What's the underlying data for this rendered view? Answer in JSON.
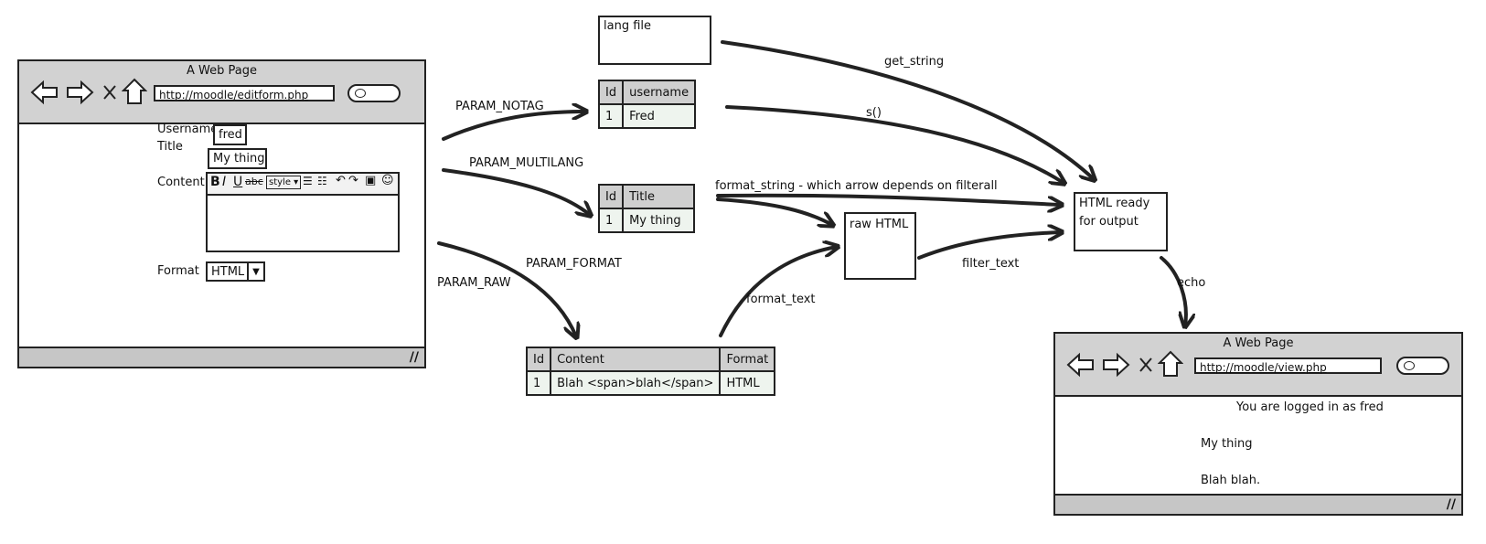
{
  "editform": {
    "title": "A Web Page",
    "url": "http://moodle/editform.php",
    "username_label": "Username",
    "username_value": "fred",
    "title_label": "Title",
    "title_value": "My thing",
    "content_label": "Content",
    "toolbar_style": "style",
    "format_label": "Format",
    "format_value": "HTML"
  },
  "lang_file": "lang file",
  "table_user": {
    "headers": [
      "Id",
      "username"
    ],
    "row": [
      "1",
      "Fred"
    ]
  },
  "table_title": {
    "headers": [
      "Id",
      "Title"
    ],
    "row": [
      "1",
      "My thing"
    ]
  },
  "table_content": {
    "headers": [
      "Id",
      "Content",
      "Format"
    ],
    "row": [
      "1",
      "Blah <span>blah</span>",
      "HTML"
    ]
  },
  "raw_html": "raw HTML",
  "output_box": {
    "line1": "HTML ready",
    "line2": "for output"
  },
  "labels": {
    "param_notag": "PARAM_NOTAG",
    "param_multilang": "PARAM_MULTILANG",
    "param_raw": "PARAM_RAW",
    "param_format": "PARAM_FORMAT",
    "get_string": "get_string",
    "s": "s()",
    "format_string": "format_string - which arrow depends on filterall",
    "format_text": "format_text",
    "filter_text": "filter_text",
    "echo": "echo"
  },
  "view": {
    "title": "A Web Page",
    "url": "http://moodle/view.php",
    "logged_in": "You are logged in as fred",
    "heading": "My thing",
    "body": "Blah blah."
  }
}
